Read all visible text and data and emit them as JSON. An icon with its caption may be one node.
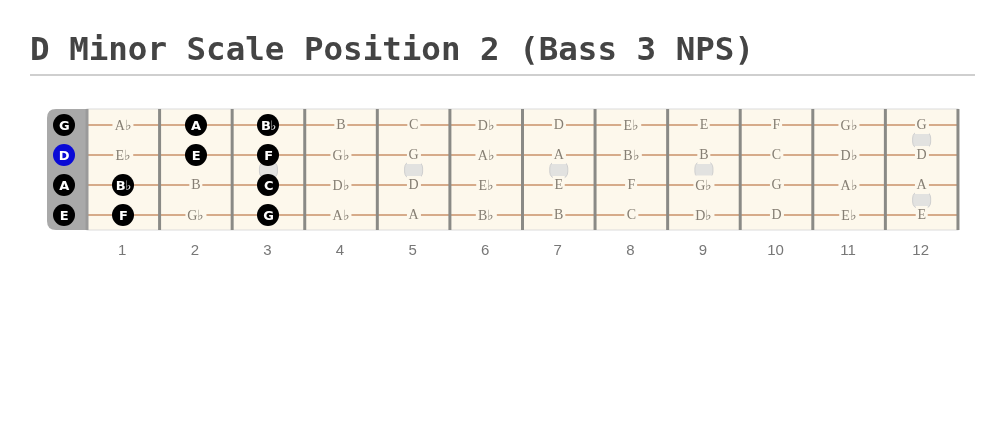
{
  "diagram": {
    "title": "D Minor Scale Position 2 (Bass 3 NPS)",
    "nodes": [
      {
        "text": [
          "G"
        ]
      },
      {
        "text": [
          "D"
        ]
      },
      {
        "text": [
          "A"
        ]
      },
      {
        "text": [
          "E"
        ]
      },
      {
        "text": [
          "A"
        ]
      },
      {
        "text": [
          "B♭"
        ]
      },
      {
        "text": [
          "E"
        ]
      },
      {
        "text": [
          "F"
        ]
      },
      {
        "text": [
          "B♭"
        ]
      },
      {
        "text": [
          "C"
        ]
      },
      {
        "text": [
          "F"
        ]
      },
      {
        "text": [
          "G"
        ]
      }
    ],
    "labels": [
      "A♭",
      "B",
      "C",
      "D♭",
      "D",
      "E♭",
      "E",
      "F",
      "G♭",
      "G",
      "E♭",
      "G♭",
      "G",
      "A♭",
      "A",
      "B♭",
      "B",
      "C",
      "D♭",
      "D",
      "B",
      "D♭",
      "D",
      "E♭",
      "E",
      "F",
      "G♭",
      "G",
      "A♭",
      "A",
      "G♭",
      "A♭",
      "A",
      "B♭",
      "B",
      "C",
      "D♭",
      "D",
      "E♭",
      "E",
      "1",
      "2",
      "3",
      "4",
      "5",
      "6",
      "7",
      "8",
      "9",
      "10",
      "11",
      "12"
    ]
  }
}
